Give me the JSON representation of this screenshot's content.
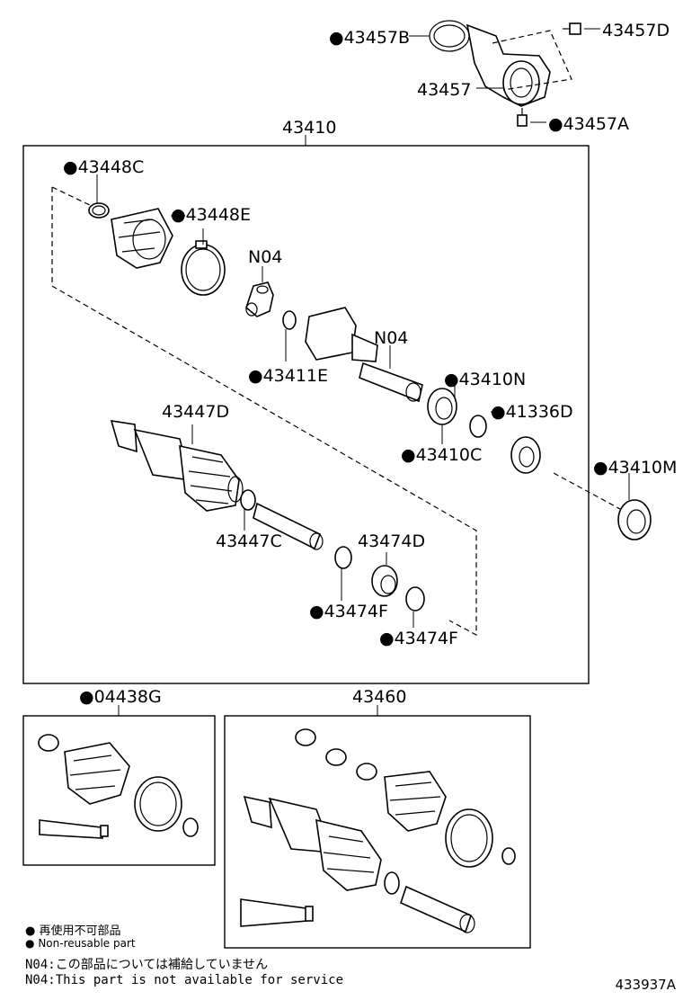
{
  "labels": {
    "l43457B": "●43457B",
    "l43457D": "43457D",
    "l43457": "43457",
    "l43457A": "●43457A",
    "l43410": "43410",
    "l43448C": "●43448C",
    "l43448E": "●43448E",
    "lN04a": "N04",
    "l43411E": "●43411E",
    "lN04b": "N04",
    "l43410N": "●43410N",
    "l43447D": "43447D",
    "l41336D": "●41336D",
    "l43410C": "●43410C",
    "l43410M": "●43410M",
    "l43447C": "43447C",
    "l43474D": "43474D",
    "l43474F1": "●43474F",
    "l43474F2": "●43474F",
    "l04438G": "●04438G",
    "l43460": "43460"
  },
  "legend": {
    "nonreusable_jp": "再使用不可部品",
    "nonreusable_en": "Non-reusable part",
    "n04_jp": "N04:この部品については補給していません",
    "n04_en": "N04:This part is not available for service"
  },
  "figure_id": "433937A"
}
